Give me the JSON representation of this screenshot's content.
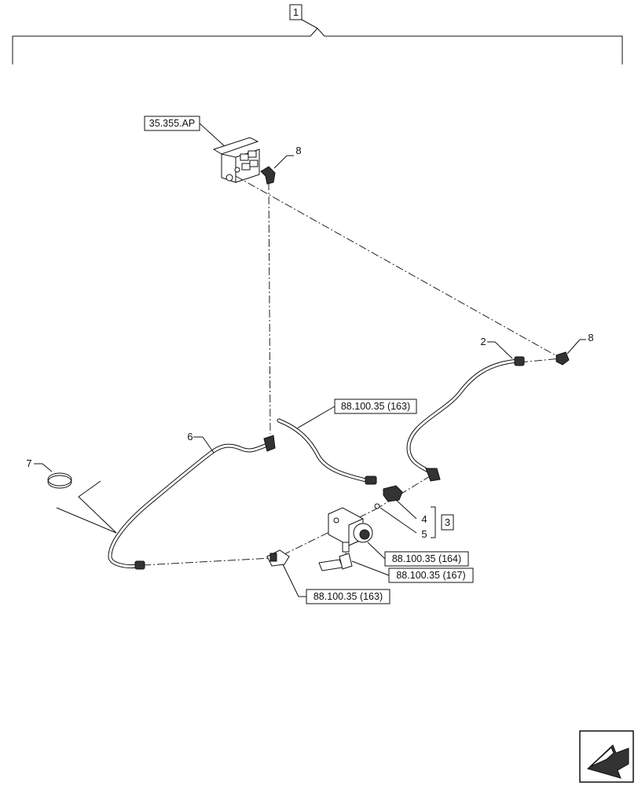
{
  "assembly": {
    "item_number": "1"
  },
  "kit": {
    "item_number": "3"
  },
  "callouts": {
    "fitting_top": "8",
    "fitting_right": "8",
    "hose_right": "2",
    "hose_left": "6",
    "strap": "7",
    "tee": "4",
    "seal": "5"
  },
  "references": {
    "valve_block": "35.355.AP",
    "cable_harness": "88.100.35 (163)",
    "sensor_body": "88.100.35 (164)",
    "sensor_connector": "88.100.35 (167)",
    "pressure_sensor": "88.100.35 (163)"
  },
  "nav": {
    "icon": "next-page-arrow-icon"
  }
}
